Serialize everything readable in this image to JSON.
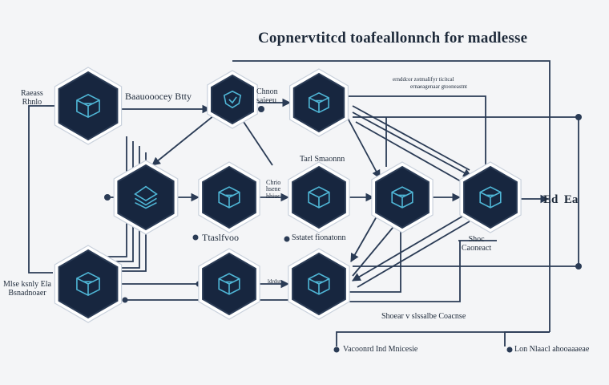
{
  "title": "Copnervtitcd toafeallonnch for madlesse",
  "colors": {
    "line": "#2a3b55",
    "hex_fill": "#17263f",
    "hex_ring": "#ffffff",
    "hex_border": "#c9d1dc",
    "glyph": "#4fb6d6",
    "text": "#1e2a3a"
  },
  "nodes": [
    {
      "id": "n1",
      "icon": "cube-icon"
    },
    {
      "id": "n2",
      "icon": "shield-icon"
    },
    {
      "id": "n3",
      "icon": "cube-icon"
    },
    {
      "id": "n4",
      "icon": "layers-icon"
    },
    {
      "id": "n5",
      "icon": "cube-icon"
    },
    {
      "id": "n6",
      "icon": "box-icon"
    },
    {
      "id": "n7",
      "icon": "cube-icon"
    },
    {
      "id": "n8",
      "icon": "cube-icon"
    },
    {
      "id": "n9",
      "icon": "cube-icon"
    },
    {
      "id": "n10",
      "icon": "cube-icon"
    },
    {
      "id": "n11",
      "icon": "cube-icon"
    }
  ],
  "labels": {
    "left_top": "Raeass\nRhnlo",
    "entry": "Baauooocey Btty",
    "chem": "Chnon\nsaieeu",
    "top_right_1": "ernddcor zotmalifyr ticitcal",
    "top_right_2": "ernaeagenaar gtooneastnt",
    "mid_top": "Tarl Smaonnn",
    "mid_small": "Chrio\nhsene\nhhiuc",
    "tt": "Ttaslfvoo",
    "sysbar": "Sstatet fionatonn",
    "shoc": "Shoc\nCaoneact",
    "right_edge": "Ed  Ea",
    "left_bottom": "Mlse ksnly Ela\nBsnadnoaer",
    "arrow_small": "ldrdsr",
    "bottom_mid": "Shoear v slssalbe Coacnse",
    "bottom_left_foot": "Vacoonrd Ind Mnicesie",
    "bottom_right_foot": "Lon Nlaacl ahooaaaeae"
  }
}
